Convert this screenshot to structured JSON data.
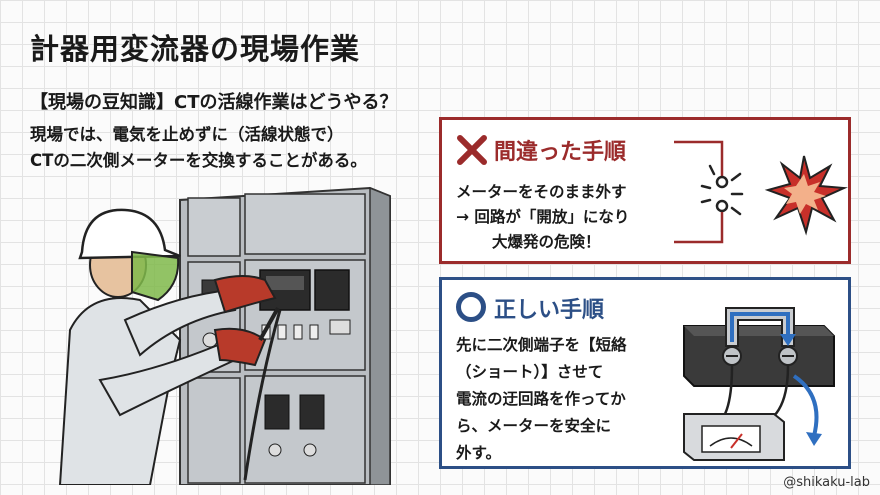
{
  "title": "計器用変流器の現場作業",
  "subtitle": "【現場の豆知識】CTの活線作業はどうやる？",
  "intro": {
    "line1": "現場では、電気を止めずに（活線状態で）",
    "line2": "CTの二次側メーターを交換することがある。"
  },
  "wrong_panel": {
    "icon": "x-mark-icon",
    "title": "間違った手順",
    "line1": "メーターをそのまま外す",
    "line2": "→ 回路が「開放」になり",
    "line3": "大爆発の危険！"
  },
  "right_panel": {
    "icon": "circle-mark-icon",
    "title": "正しい手順",
    "line1": "先に二次側端子を【短絡",
    "line2": "（ショート）】させて",
    "line3": "電流の迂回路を作ってか",
    "line4": "ら、メーターを安全に",
    "line5": "外す。"
  },
  "credit": "@shikaku-lab",
  "colors": {
    "wrong": "#9b2b2b",
    "right": "#2c4f86",
    "glove": "#b83a2a",
    "helmet": "#ffffff",
    "visor": "#7fb84a",
    "panel_gray": "#9aa0a5"
  }
}
